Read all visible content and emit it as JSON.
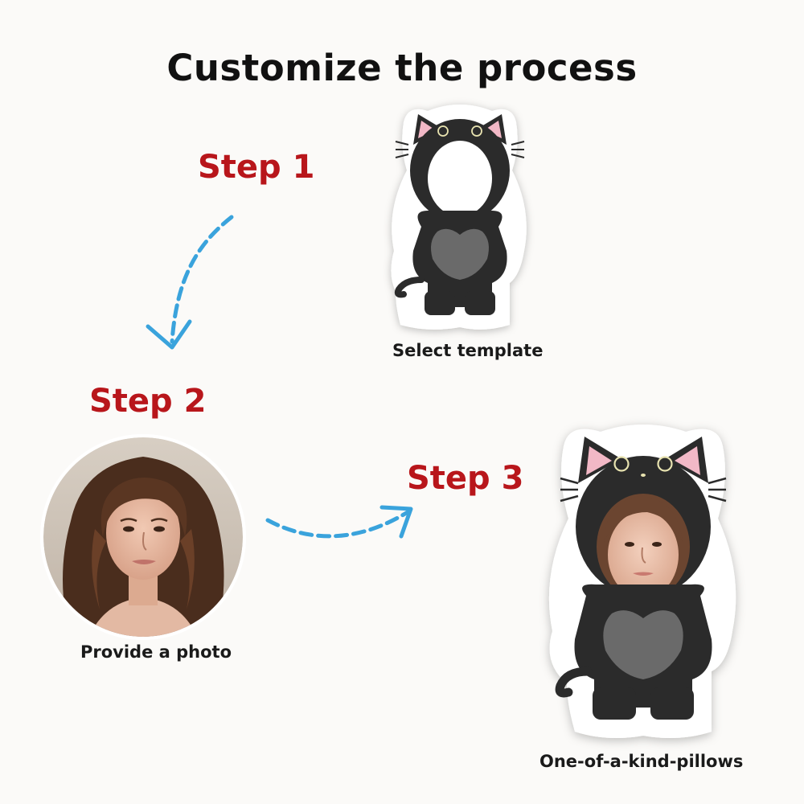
{
  "title": "Customize the process",
  "steps": [
    {
      "label": "Step 1",
      "caption": "Select template"
    },
    {
      "label": "Step 2",
      "caption": "Provide a photo"
    },
    {
      "label": "Step 3",
      "caption": "One-of-a-kind-pillows"
    }
  ],
  "colors": {
    "background": "#fbfaf8",
    "step_label": "#b8161b",
    "arrow": "#3aa3dc",
    "cat_body": "#2b2b2b",
    "cat_belly": "#6a6a6a",
    "ear_inner": "#f2b8c6"
  },
  "icons": [
    "cat-template-icon",
    "portrait-photo",
    "cat-pillow-icon",
    "dashed-arrow-icon"
  ]
}
